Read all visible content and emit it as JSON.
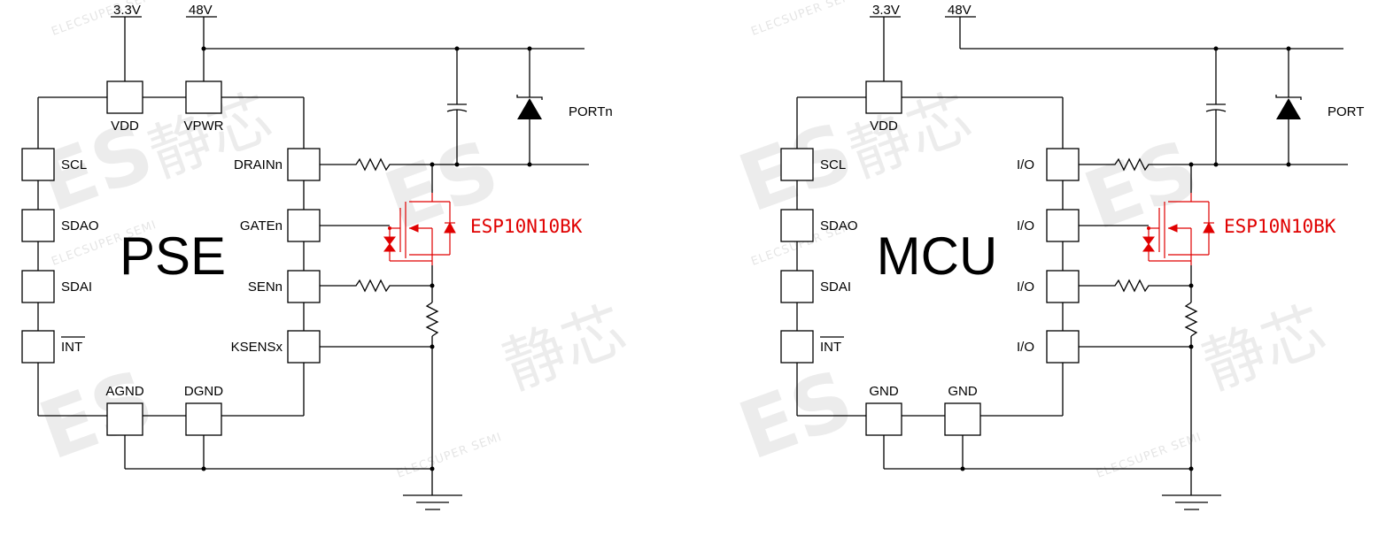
{
  "watermark": {
    "logo": "ES",
    "text": "ELECSUPER SEMI",
    "chinese": "静芯"
  },
  "left": {
    "rail_vdd": "3.3V",
    "rail_vpwr": "48V",
    "chip_title": "PSE",
    "pin_vdd": "VDD",
    "pin_vpwr": "VPWR",
    "pin_scl": "SCL",
    "pin_sdao": "SDAO",
    "pin_sdai": "SDAI",
    "pin_int": "INT",
    "pin_drain": "DRAINn",
    "pin_gate": "GATEn",
    "pin_sen": "SENn",
    "pin_ksens": "KSENSx",
    "pin_agnd": "AGND",
    "pin_dgnd": "DGND",
    "port": "PORTn",
    "mosfet": "ESP10N10BK"
  },
  "right": {
    "rail_vdd": "3.3V",
    "rail_vpwr": "48V",
    "chip_title": "MCU",
    "pin_vdd": "VDD",
    "pin_scl": "SCL",
    "pin_sdao": "SDAO",
    "pin_sdai": "SDAI",
    "pin_int": "INT",
    "pin_io1": "I/O",
    "pin_io2": "I/O",
    "pin_io3": "I/O",
    "pin_io4": "I/O",
    "pin_gnd1": "GND",
    "pin_gnd2": "GND",
    "port": "PORT",
    "mosfet": "ESP10N10BK"
  },
  "colors": {
    "wire": "#000000",
    "component_highlight": "#e00000"
  }
}
